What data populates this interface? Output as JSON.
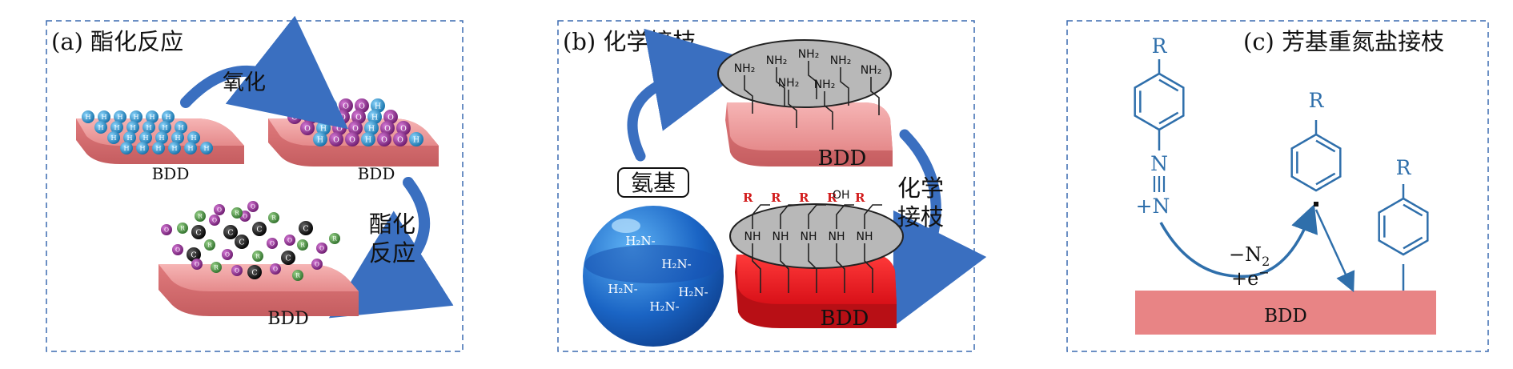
{
  "panels": {
    "a": {
      "title": "(a)  酯化反应",
      "arrow_top_label": "氧化",
      "arrow_side_label": [
        "酯化",
        "反应"
      ],
      "h_atom": "H",
      "o_atom": "O",
      "c_atom": "C",
      "r_group": "R",
      "substrate": "BDD"
    },
    "b": {
      "title": "(b)  化学接枝",
      "amine_box_label": "氨基",
      "side_label": [
        "化学",
        "接枝"
      ],
      "nh2": "NH₂",
      "h2n": "H₂N-",
      "nh": "NH",
      "r_group": "R",
      "oh": "OH",
      "substrate": "BDD"
    },
    "c": {
      "title": "(c)  芳基重氮盐接枝",
      "r_group": "R",
      "azo_n": "N",
      "azo_plus": "+N",
      "loss_label": "−N",
      "loss_sub": "2",
      "gain_label": "+e",
      "gain_sup": "−",
      "substrate": "BDD"
    }
  },
  "colors": {
    "frame": "#3a6ab0",
    "arrow_blue": "#3a6fc0",
    "bdd_pink": "#e8898a",
    "bdd_red": "#e01e25",
    "h_blue": "#1c8fc9",
    "o_purple": "#8d2c8e",
    "c_black": "#151515",
    "r_green": "#3f8a3a",
    "sphere_blue": "#1f6fd0",
    "ellipse_grey": "#b0b0b0",
    "structure_blue": "#2f6fab"
  }
}
